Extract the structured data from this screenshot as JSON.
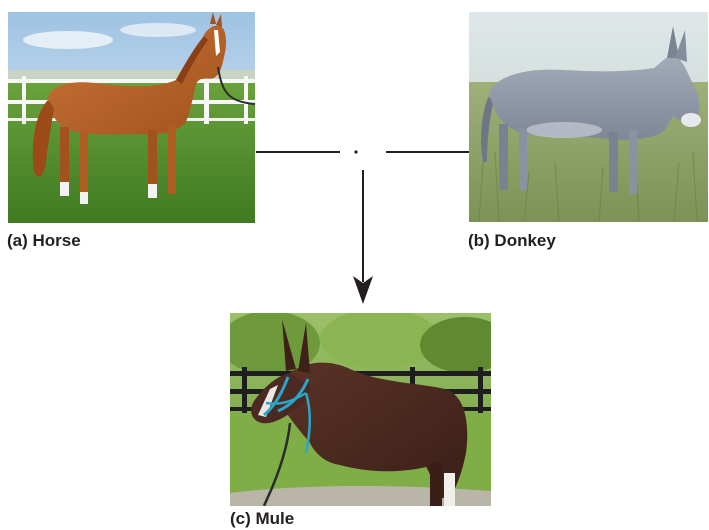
{
  "figure": {
    "horse": {
      "caption": "(a) Horse",
      "image": "horse-photo"
    },
    "donkey": {
      "caption": "(b) Donkey",
      "image": "donkey-photo"
    },
    "mule": {
      "caption": "(c) Mule",
      "image": "mule-photo"
    },
    "cross_symbol": "·"
  },
  "colors": {
    "caption_text": "#231f20",
    "connector": "#231f20",
    "grass": "#4f8a2e",
    "sky": "#cfe3f4",
    "horse_coat": "#b35f25",
    "donkey_coat": "#8f97a6",
    "mule_coat": "#4a2a22",
    "fence": "#1e1e1e",
    "halter": "#2aa6c9"
  }
}
